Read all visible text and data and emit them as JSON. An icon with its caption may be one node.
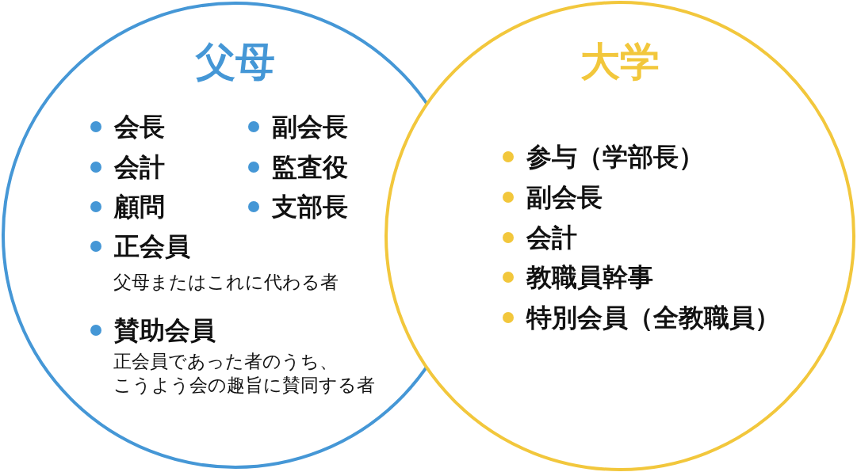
{
  "diagram": {
    "nodes": [
      {
        "text": [
          "父母",
          "会長",
          "副会長",
          "会計",
          "監査役",
          "顧問",
          "支部長",
          "正会員",
          "父母またはこれに代わる者",
          "賛助会員",
          "正会員であった者のうち、こうよう会の趣旨に賛同する者"
        ]
      },
      {
        "text": [
          "大学",
          "参与（学部長）",
          "副会長",
          "会計",
          "教職員幹事",
          "特別会員（全教職員）"
        ]
      }
    ]
  }
}
